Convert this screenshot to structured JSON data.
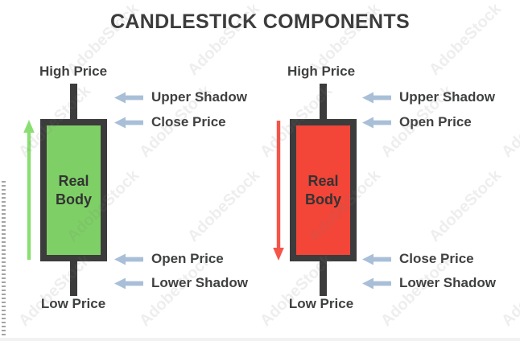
{
  "title": "CANDLESTICK COMPONENTS",
  "watermark": {
    "text": "AdobeStock"
  },
  "colors": {
    "ink": "#3c3c3c",
    "label": "#3f4040",
    "bullish_fill": "#7ed066",
    "bullish_arrow": "#8ade72",
    "bearish_fill": "#f34538",
    "bearish_arrow": "#f55448",
    "pointer": "#a9bfd8"
  },
  "candles": [
    {
      "name": "bullish",
      "high_label": "High Price",
      "low_label": "Low Price",
      "body_label": "Real Body",
      "trend_arrow": "up",
      "annotations": {
        "top1": "Upper Shadow",
        "top2": "Close Price",
        "bottom1": "Open Price",
        "bottom2": "Lower Shadow"
      }
    },
    {
      "name": "bearish",
      "high_label": "High Price",
      "low_label": "Low Price",
      "body_label": "Real Body",
      "trend_arrow": "down",
      "annotations": {
        "top1": "Upper Shadow",
        "top2": "Open Price",
        "bottom1": "Close Price",
        "bottom2": "Lower Shadow"
      }
    }
  ]
}
